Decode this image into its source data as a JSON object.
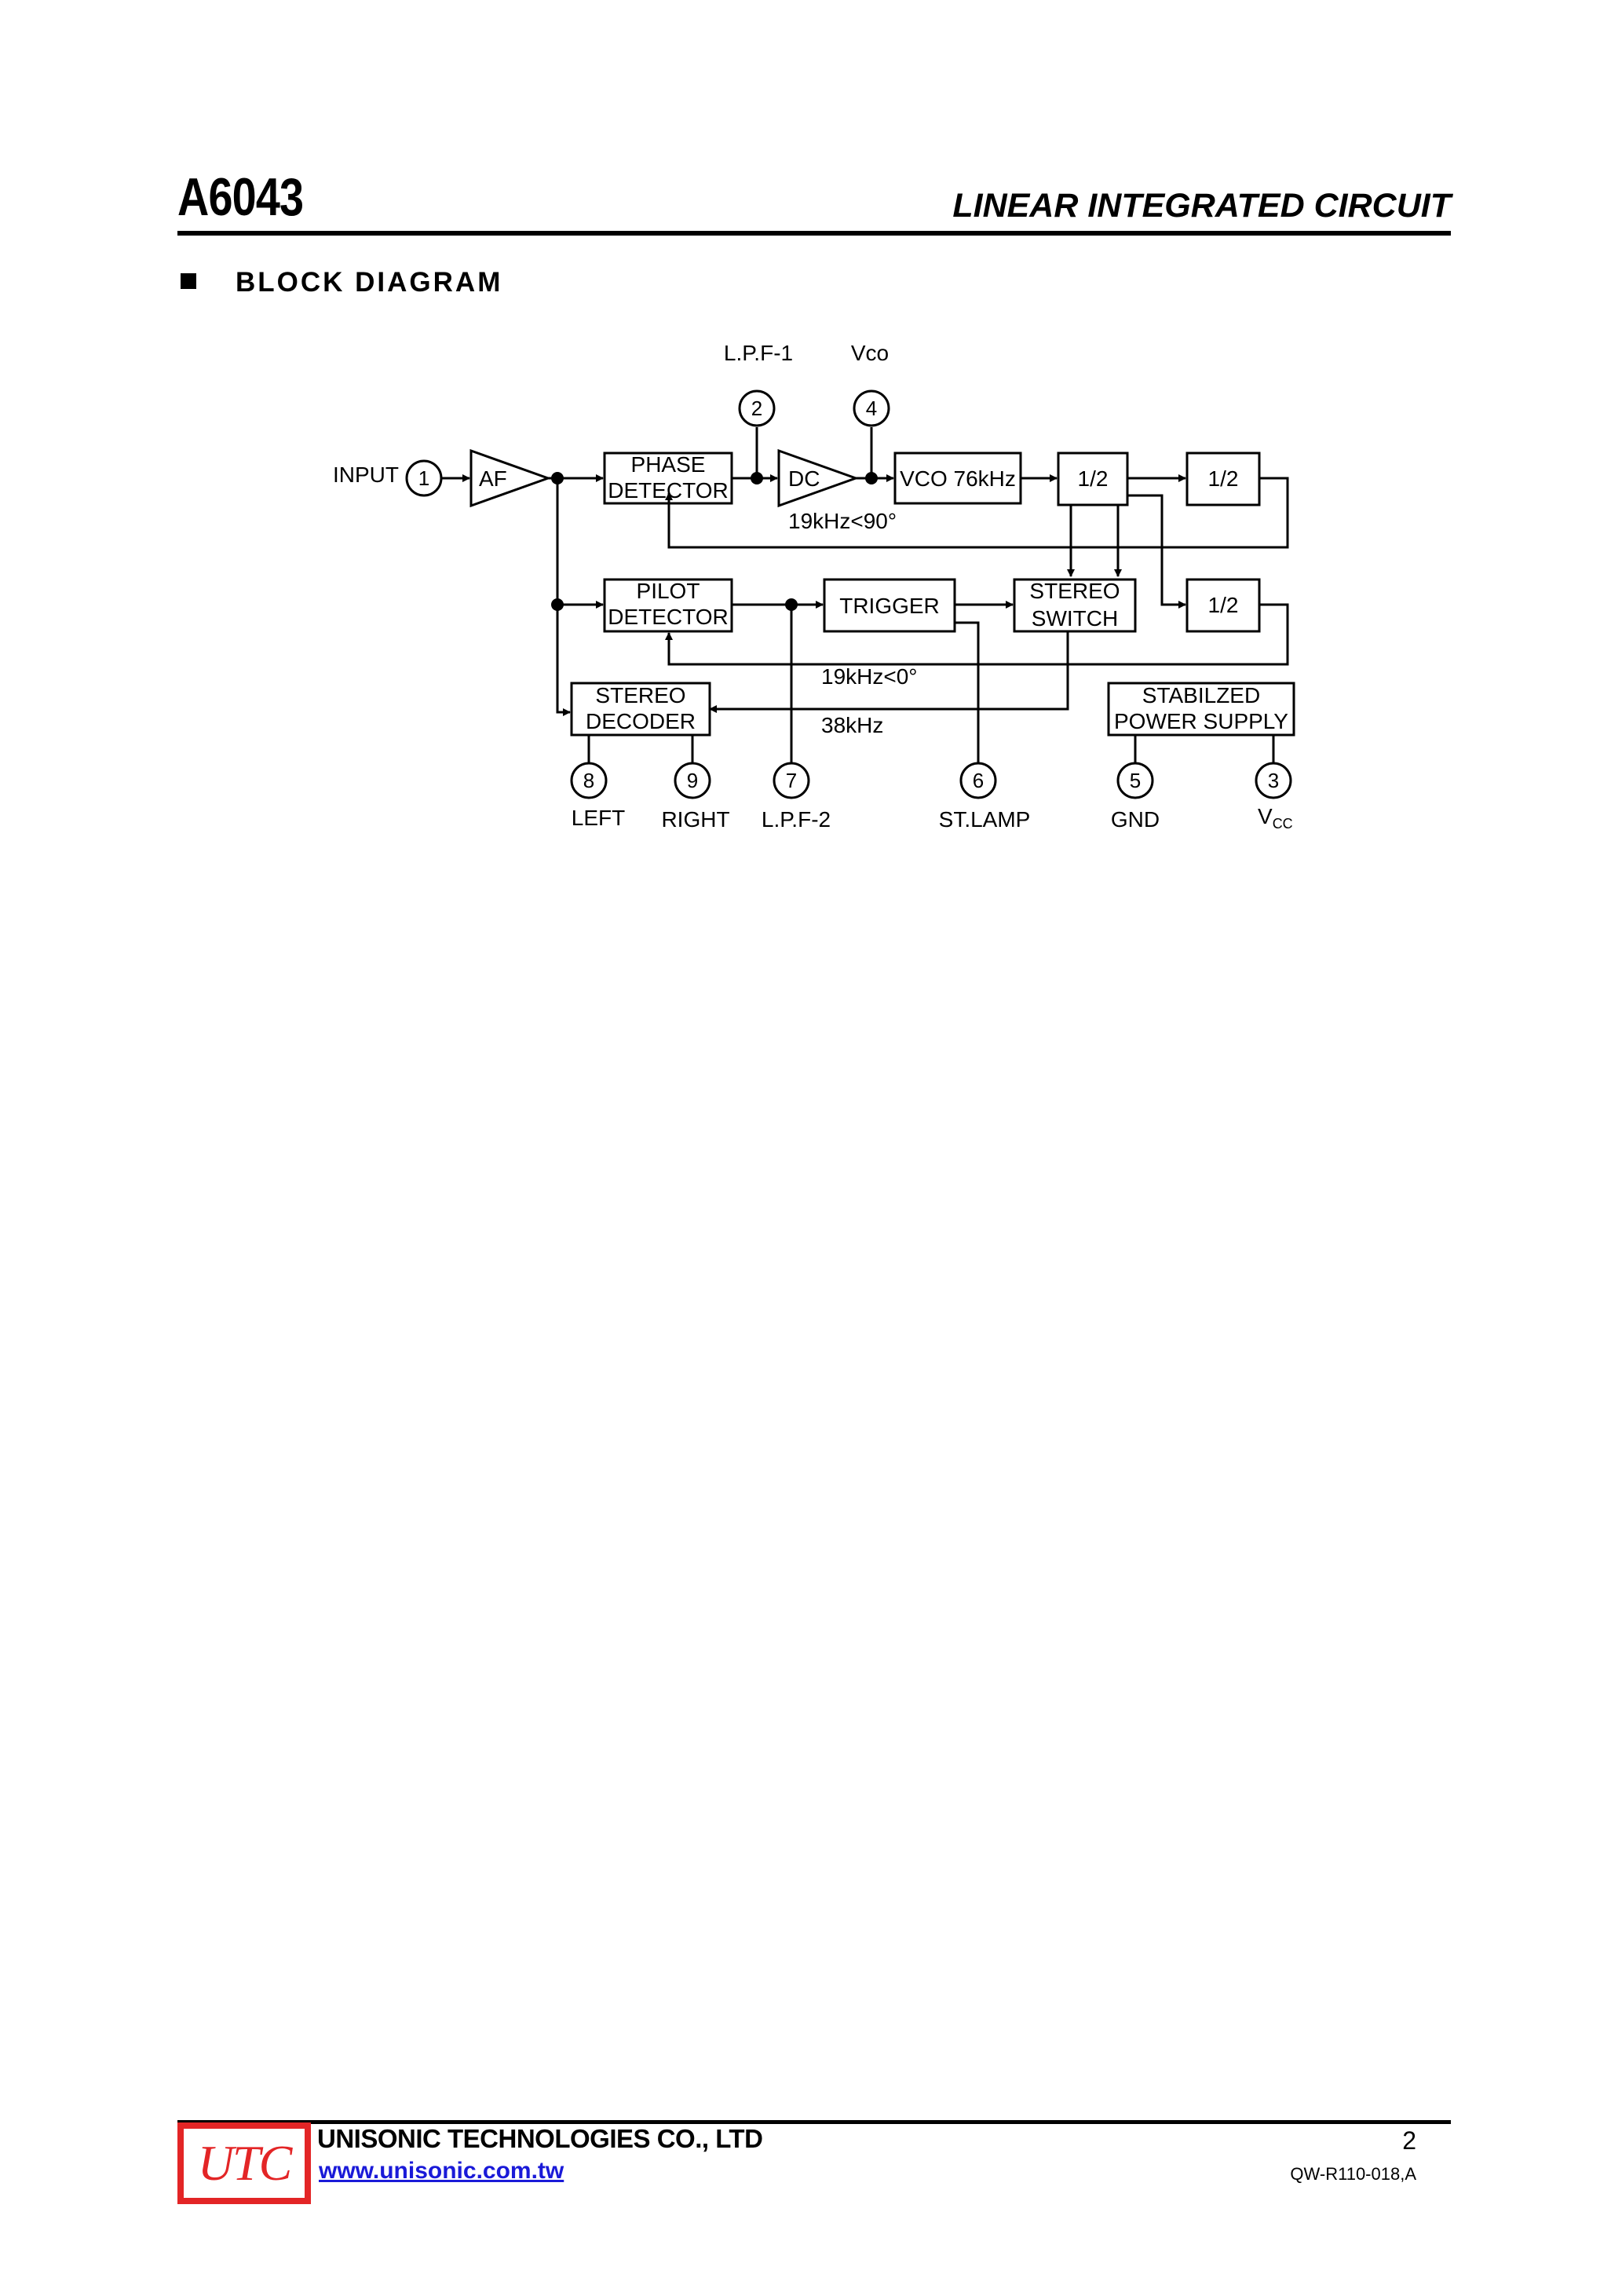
{
  "header": {
    "part_number": "A6043",
    "doc_type": "LINEAR INTEGRATED CIRCUIT"
  },
  "section": {
    "title": "BLOCK DIAGRAM"
  },
  "diagram": {
    "blocks": {
      "af": "AF",
      "phase_detector": [
        "PHASE",
        "DETECTOR"
      ],
      "dc": "DC",
      "vco": "VCO 76kHz",
      "half1": "1/2",
      "half2": "1/2",
      "half3": "1/2",
      "pilot_detector": [
        "PILOT",
        "DETECTOR"
      ],
      "trigger": "TRIGGER",
      "stereo_switch": [
        "STEREO",
        "SWITCH"
      ],
      "stereo_decoder": [
        "STEREO",
        "DECODER"
      ],
      "power_supply": [
        "STABILZED",
        "POWER SUPPLY"
      ]
    },
    "signal_labels": {
      "phase_19k": "19kHz<90°",
      "pilot_19k": "19kHz<0°",
      "decoder_38k": "38kHz"
    },
    "pins": {
      "p1": {
        "number": "1",
        "label": "INPUT"
      },
      "p2": {
        "number": "2",
        "label": "L.P.F-1"
      },
      "p4": {
        "number": "4",
        "label": "Vco"
      },
      "p8": {
        "number": "8",
        "label": "LEFT"
      },
      "p9": {
        "number": "9",
        "label": "RIGHT"
      },
      "p7": {
        "number": "7",
        "label": "L.P.F-2"
      },
      "p6": {
        "number": "6",
        "label": "ST.LAMP"
      },
      "p5": {
        "number": "5",
        "label": "GND"
      },
      "p3": {
        "number": "3",
        "label_main": "V",
        "label_sub": "CC"
      }
    }
  },
  "footer": {
    "logo_text": "UTC",
    "company": "UNISONIC TECHNOLOGIES CO., LTD",
    "website": "www.unisonic.com.tw",
    "page_number": "2",
    "doc_code": "QW-R110-018,A"
  }
}
